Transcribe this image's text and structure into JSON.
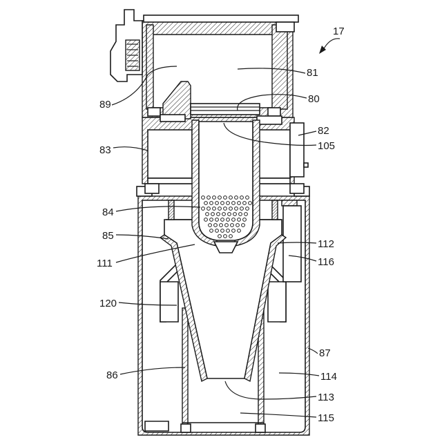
{
  "figure": {
    "number": "17",
    "labels": {
      "l80": "80",
      "l81": "81",
      "l82": "82",
      "l83": "83",
      "l84": "84",
      "l85": "85",
      "l86": "86",
      "l87": "87",
      "l89": "89",
      "l105": "105",
      "l111": "111",
      "l112": "112",
      "l113": "113",
      "l114": "114",
      "l115": "115",
      "l116": "116",
      "l120": "120"
    }
  }
}
